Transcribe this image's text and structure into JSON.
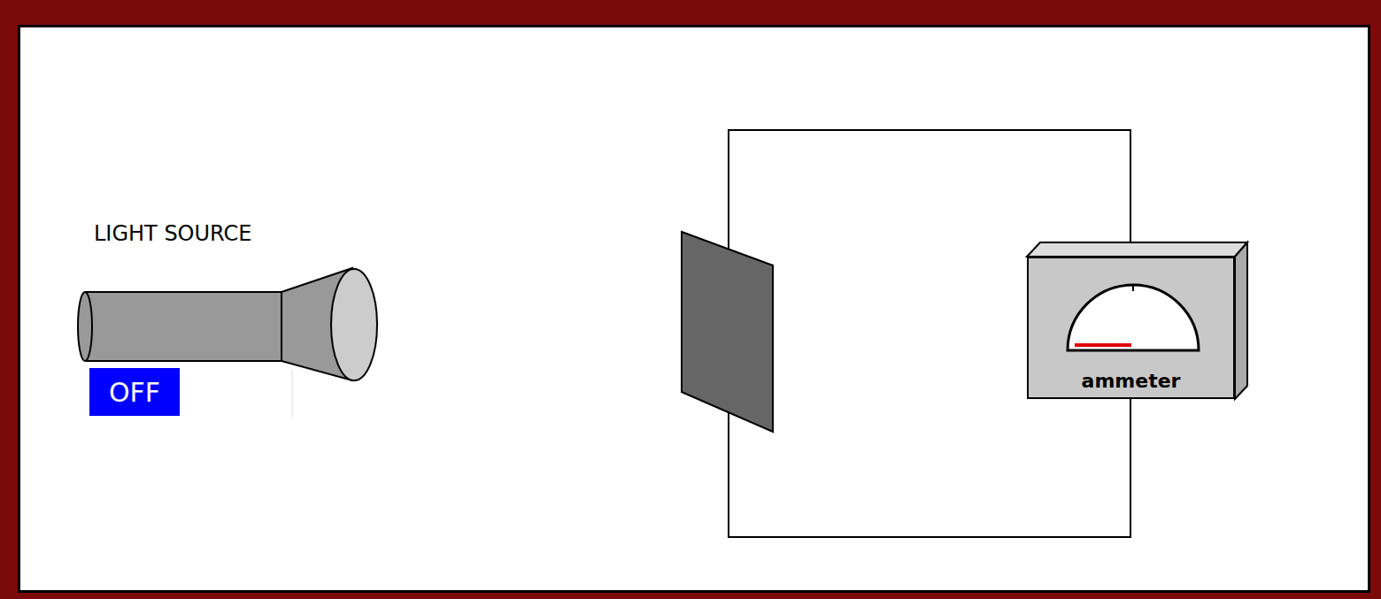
{
  "diagram": {
    "nodes": [
      {
        "text": [
          "OFF"
        ]
      },
      {
        "text": [
          "ammeter"
        ]
      }
    ],
    "labels": [
      "LIGHT SOURCE"
    ]
  }
}
